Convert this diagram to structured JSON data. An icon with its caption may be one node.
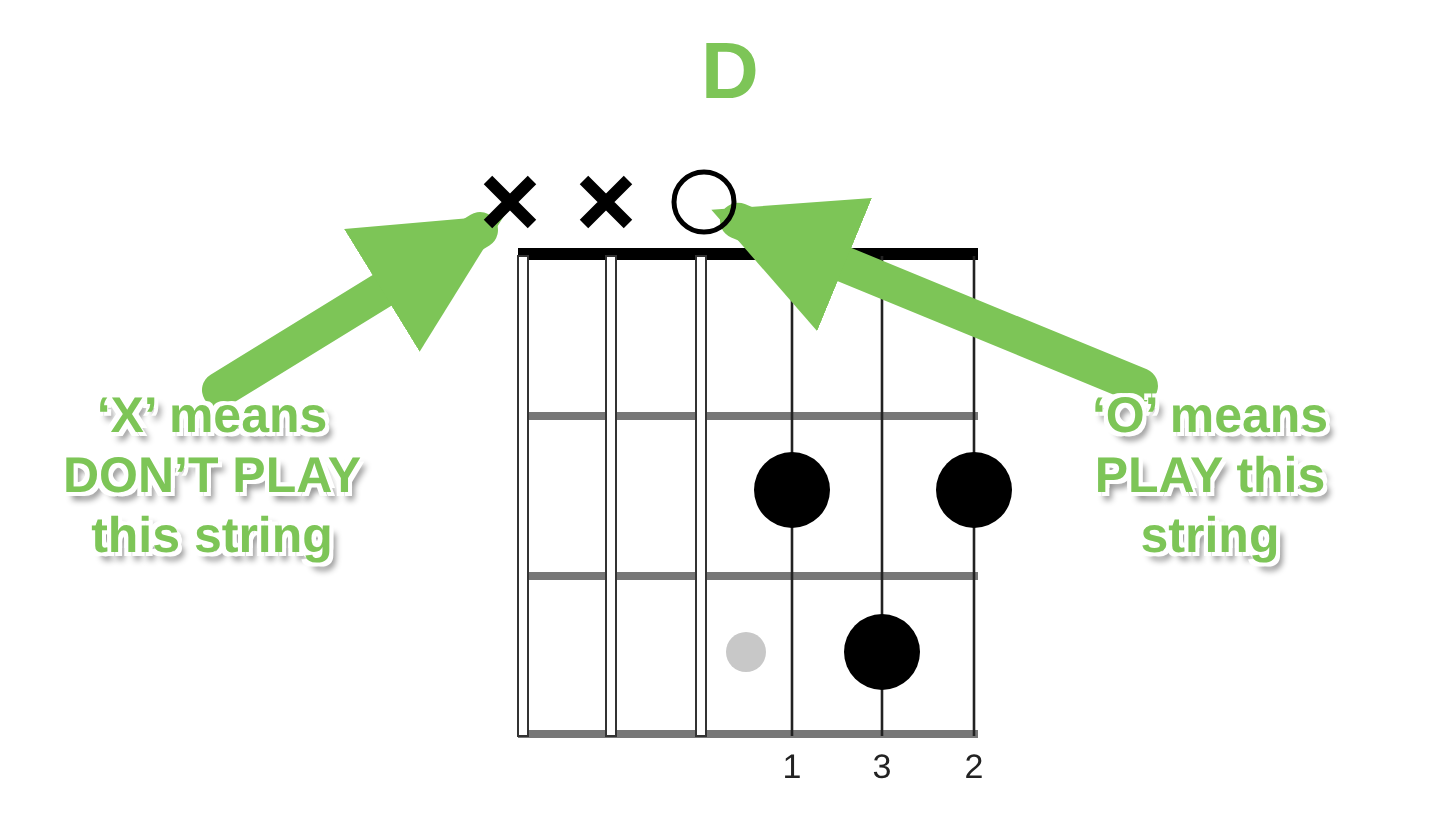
{
  "diagram": {
    "title": "D",
    "nodes": [
      {
        "text": [
          "‘X’ means DON’T PLAY this string"
        ]
      },
      {
        "text": [],
        "shape": "cross"
      },
      {
        "text": [],
        "shape": "cross"
      },
      {
        "text": [],
        "shape": "circle"
      },
      {
        "text": [
          "‘O’ means PLAY this string"
        ]
      }
    ],
    "edges": [
      {
        "from": 0,
        "to": 1,
        "arrow": "to"
      },
      {
        "from": 4,
        "to": 3,
        "arrow": "to"
      }
    ],
    "labels": [
      "1",
      "3",
      "2"
    ]
  }
}
